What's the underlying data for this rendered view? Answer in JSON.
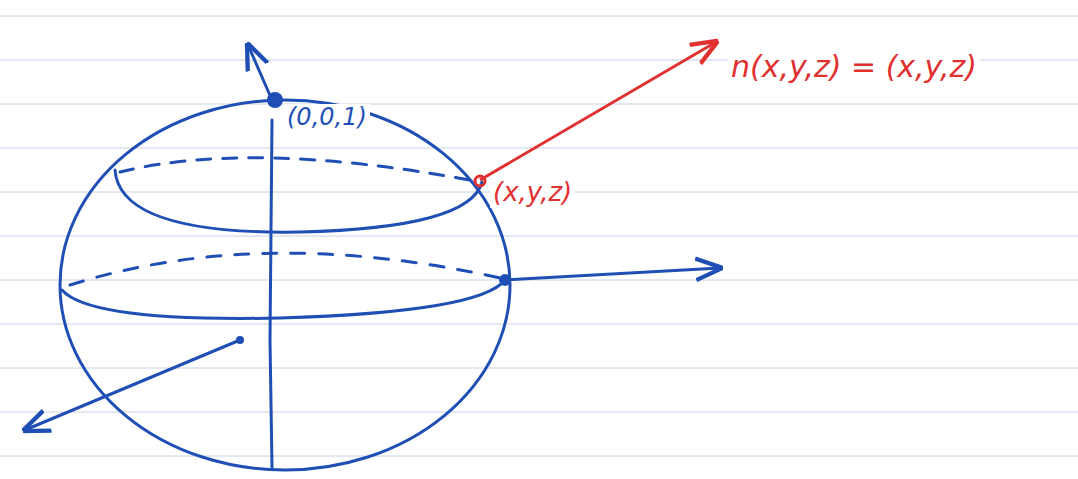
{
  "diagram": {
    "labels": [
      "(0,0,1)",
      "n(x,y,z) = (x,y,z)",
      "(x,y,z)"
    ]
  }
}
